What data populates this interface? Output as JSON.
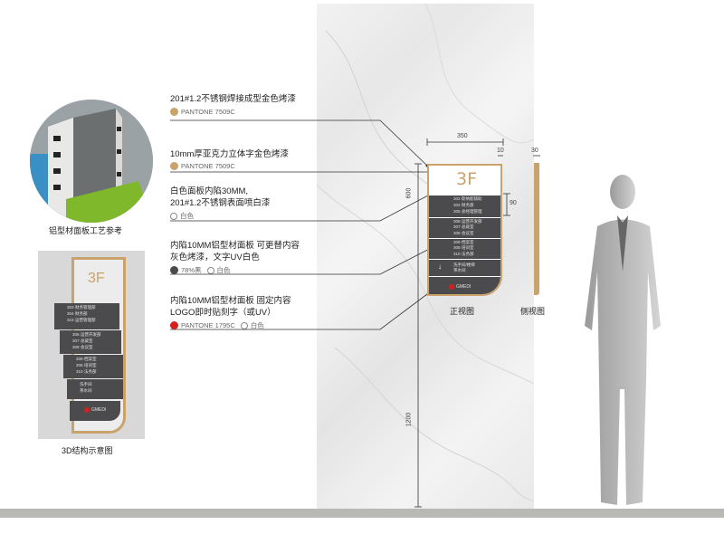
{
  "annotations": [
    {
      "title_lines": [
        "201#1.2不锈钢焊接成型金色烤漆"
      ],
      "swatches": [
        {
          "color": "#c9a36b",
          "label": "PANTONE 7509C"
        }
      ]
    },
    {
      "title_lines": [
        "10mm厚亚克力立体字金色烤漆"
      ],
      "swatches": [
        {
          "color": "#c9a36b",
          "label": "PANTONE 7509C"
        }
      ]
    },
    {
      "title_lines": [
        "白色面板内陷30MM,",
        "201#1.2不锈钢表面喷白漆"
      ],
      "swatches": [
        {
          "color": "#ffffff",
          "label": "白色"
        }
      ]
    },
    {
      "title_lines": [
        "内陷10MM铝型材面板 可更替内容",
        "灰色烤漆，文字UV白色"
      ],
      "swatches": [
        {
          "color": "#4a4a4a",
          "label": "78%黑"
        },
        {
          "color": "#ffffff",
          "label": "白色"
        }
      ]
    },
    {
      "title_lines": [
        "内陷10MM铝型材面板 固定内容",
        "LOGO即时贴刻字（或UV）"
      ],
      "swatches": [
        {
          "color": "#d62020",
          "label": "PANTONE 1795C"
        },
        {
          "color": "#ffffff",
          "label": "白色"
        }
      ]
    }
  ],
  "captions": {
    "process_ref": "铝型材面板工艺参考",
    "structure_3d": "3D结构示意图",
    "front_view": "正视图",
    "side_view": "侧视图"
  },
  "dimensions": {
    "width": "350",
    "margin": "10",
    "side_depth": "30",
    "sign_height": "600",
    "band_height": "90",
    "base_height": "1200"
  },
  "sign": {
    "floor_label": "3F",
    "band1": [
      "302·斯纳能辅助",
      "304·财务部",
      "305·总经理管理"
    ],
    "band2": [
      "306·运营开发部",
      "307·总裁室",
      "308·会议室"
    ],
    "band3": [
      "309·档案室",
      "305·培训室",
      "310·法务部"
    ],
    "band4": [
      "洗手间/楼梯",
      "茶水间"
    ],
    "logo": "GMEDI"
  },
  "preview_3d": {
    "floor_label": "3F",
    "band1": [
      "303·财务管理部",
      "304·财务部",
      "315·运营管理部"
    ],
    "band2": [
      "306·运营开发部",
      "307·总裁室",
      "308·会议室"
    ],
    "band3": [
      "309·档案室",
      "305·培训室",
      "310·法务部"
    ],
    "band4": [
      "洗手间",
      "茶水间"
    ],
    "logo": "GMEDI"
  },
  "colors": {
    "gold": "#c9a36b",
    "panel_gray": "#4b4b4d",
    "logo_red": "#d62020"
  }
}
